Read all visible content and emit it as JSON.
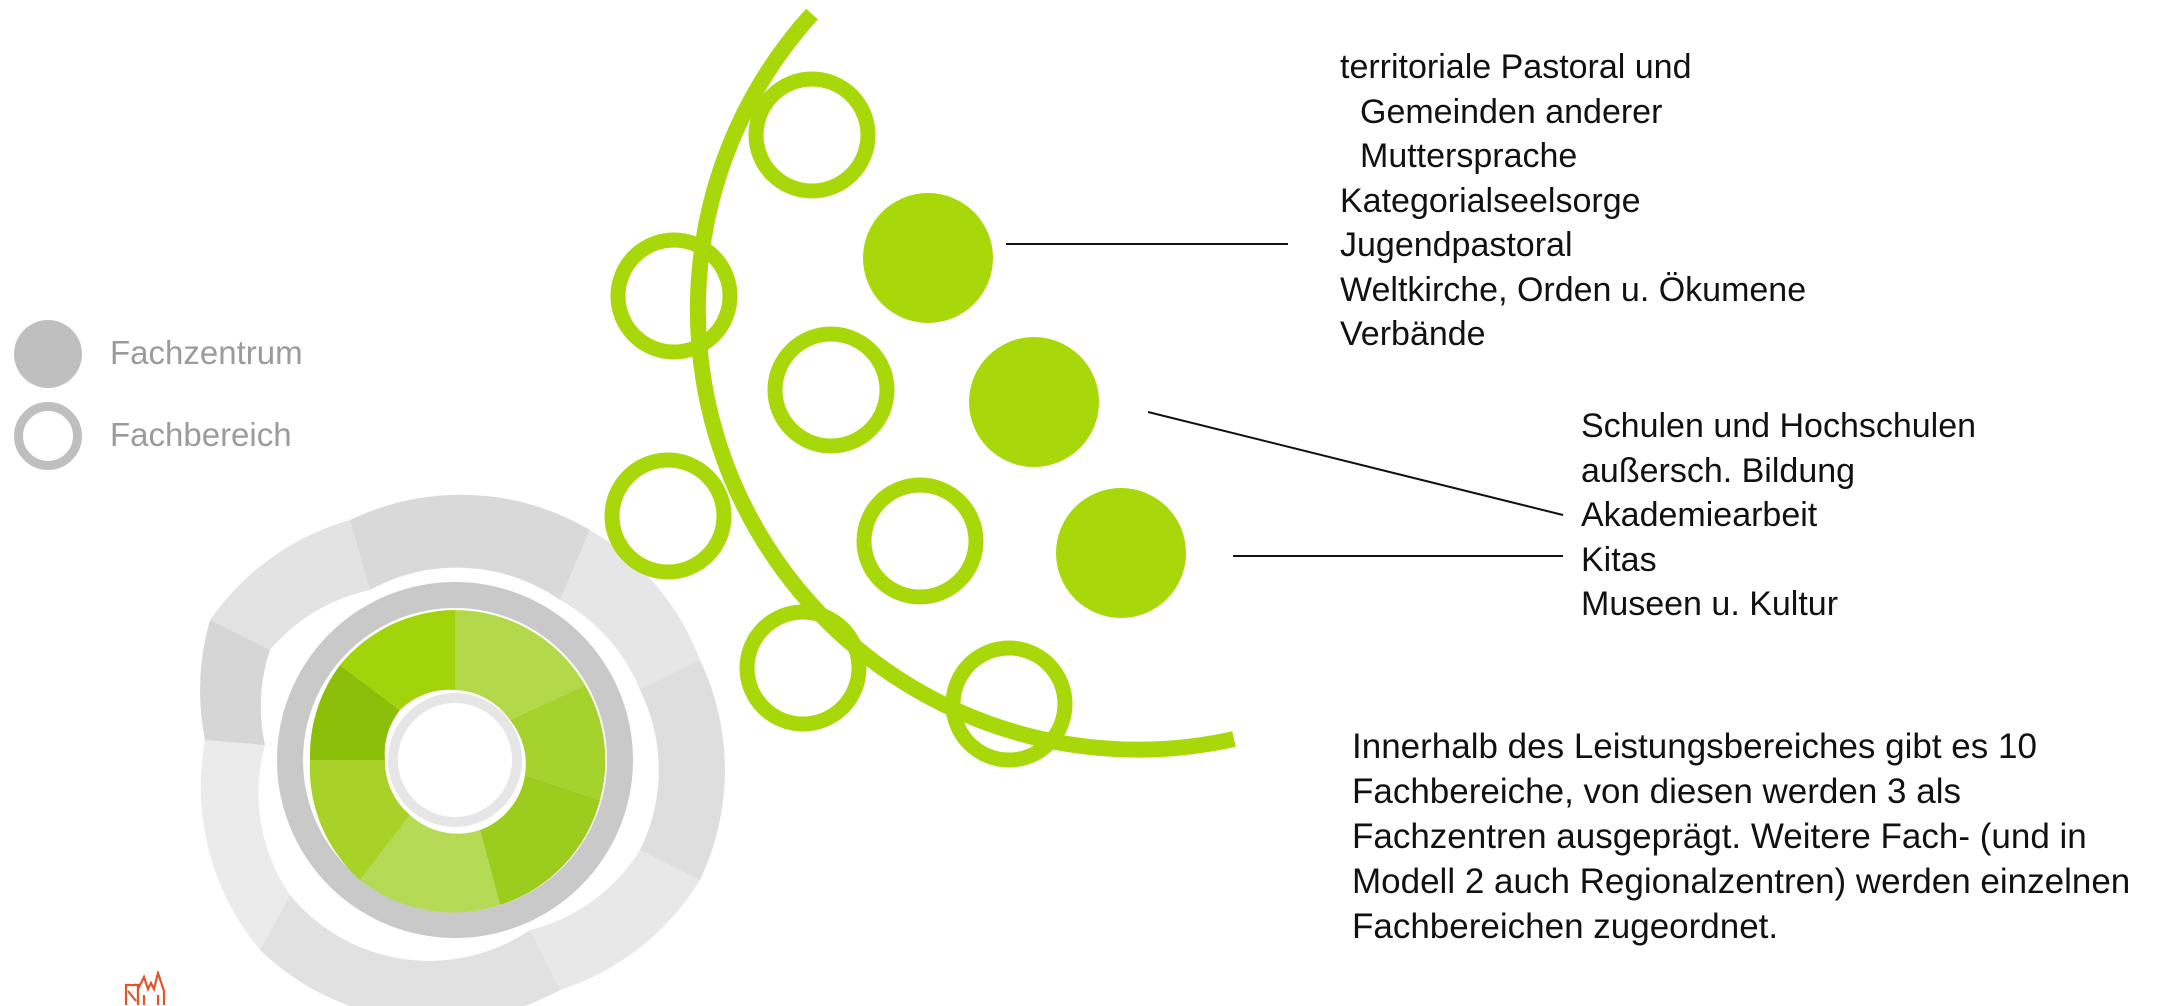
{
  "colors": {
    "accent_green": "#a8d80a",
    "legend_grey": "#bfbfbf",
    "legend_text": "#9b9b9b",
    "text": "#111111",
    "logo_red": "#e2542a"
  },
  "legend": {
    "items": [
      {
        "label": "Fachzentrum",
        "marker": "filled-circle"
      },
      {
        "label": "Fachbereich",
        "marker": "ring"
      }
    ]
  },
  "group1": {
    "lines": [
      "territoriale Pastoral und",
      "Gemeinden anderer",
      "Muttersprache",
      "Kategorialseelsorge",
      "Jugendpastoral",
      "Weltkirche, Orden u. Ökumene",
      "Verbände"
    ]
  },
  "group2": {
    "lines": [
      "Schulen und Hochschulen",
      "außersch. Bildung",
      "Akademiearbeit",
      "Kitas",
      "Museen u. Kultur"
    ]
  },
  "description": "Innerhalb des Leistungsbereiches gibt es 10 Fachbereiche, von diesen werden 3 als Fachzentren ausgeprägt. Weitere Fach- (und in Modell 2 auch Regionalzentren) werden einzelnen Fachbereichen zugeordnet.",
  "logo": {
    "icon": "cathedral-logo-icon"
  }
}
